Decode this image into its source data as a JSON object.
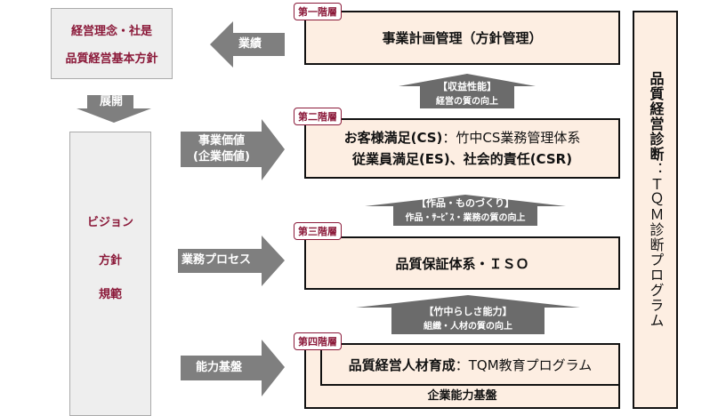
{
  "philosophy_box": {
    "line1": "経営理念・社是",
    "line2": "品質経営基本方針"
  },
  "left_arrows": {
    "results": "業績",
    "deploy": "展開"
  },
  "vision_box": {
    "items": [
      "ビジョン",
      "方針",
      "規範"
    ]
  },
  "right_arrows": {
    "value_line1": "事業価値",
    "value_line2": "(企業価値)",
    "process": "業務プロセス",
    "capability": "能力基盤"
  },
  "layers": [
    {
      "tag": "第一階層",
      "text": "事業計画管理（方針管理）"
    },
    {
      "tag": "第二階層",
      "line1_bold": "お客様満足(CS)",
      "line1_rest": "：竹中CS業務管理体系",
      "line2": "従業員満足(ES)、社会的責任(CSR)"
    },
    {
      "tag": "第三階層",
      "text": "品質保証体系・ＩＳＯ"
    },
    {
      "tag": "第四階層",
      "text_bold": "品質経営人材育成",
      "text_rest": "：TQM教育プログラム",
      "base": "企業能力基盤"
    }
  ],
  "up_arrows": [
    {
      "title": "【収益性能】",
      "sub": "経営の質の向上"
    },
    {
      "title": "【作品・ものづくり】",
      "sub": "作品・ｻｰﾋﾞｽ・業務の質の向上"
    },
    {
      "title": "【竹中らしさ能力】",
      "sub": "組織・人材の質の向上"
    }
  ],
  "diagnosis": {
    "bold": "品質経営診断",
    "rest": "：ＴＱＭ診断プログラム"
  },
  "colors": {
    "accent": "#8b1a3a",
    "arrow": "#7f7f7f",
    "layer_fill": "#fdeee2"
  }
}
